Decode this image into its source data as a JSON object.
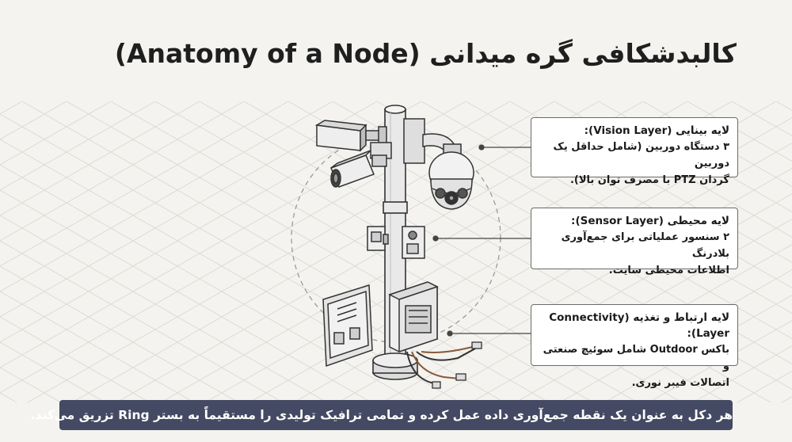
{
  "title": "کالبدشکافی گره میدانی (Anatomy of a Node)",
  "layers": {
    "vision": {
      "heading": "لایه بینایی (Vision Layer):",
      "line1": "۳ دستگاه دوربین (شامل حداقل یک دوربین",
      "line2": "گردان PTZ با مصرف توان بالا)."
    },
    "sensor": {
      "heading": "لایه محیطی (Sensor Layer):",
      "line1": "۲ سنسور عملیاتی برای جمع‌آوری بلادرنگ",
      "line2": "اطلاعات محیطی سایت."
    },
    "connectivity": {
      "heading": "لایه ارتباط و تغذیه (Connectivity Layer):",
      "line1": "باکس Outdoor شامل سوئیچ صنعتی و",
      "line2": "اتصالات فیبر نوری."
    }
  },
  "banner": "هر دکل به عنوان یک نقطه جمع‌آوری داده عمل کرده و تمامی ترافیک تولیدی را مستقیماً به بستر Ring تزریق می‌کند.",
  "colors": {
    "background": "#f4f3ef",
    "banner": "#444a63",
    "line": "#333333"
  }
}
